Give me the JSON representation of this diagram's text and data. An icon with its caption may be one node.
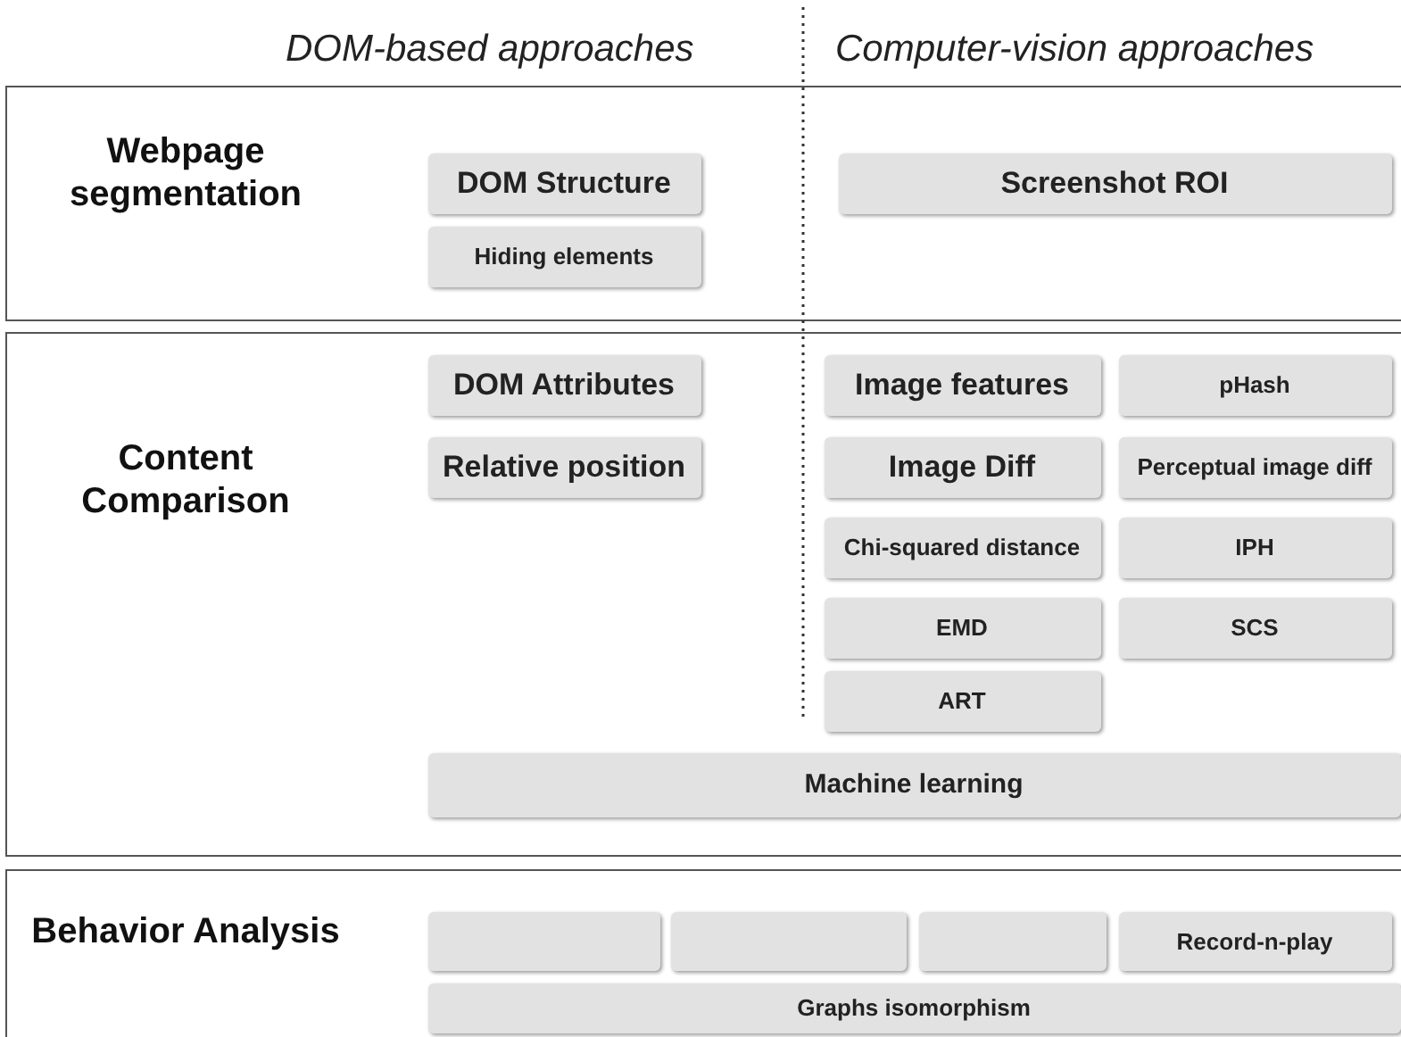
{
  "diagram": {
    "nodes": [
      {
        "text": [
          "Webpage segmentation"
        ]
      },
      {
        "text": [
          "DOM Structure"
        ],
        "in": 0
      },
      {
        "text": [
          "Hiding elements"
        ],
        "in": 0
      },
      {
        "text": [
          "Screenshot ROI"
        ],
        "in": 0
      },
      {
        "text": [
          "Content Comparison"
        ]
      },
      {
        "text": [
          "DOM Attributes"
        ],
        "in": 4
      },
      {
        "text": [
          "Image features"
        ],
        "in": 4
      },
      {
        "text": [
          "pHash"
        ],
        "in": 4
      },
      {
        "text": [
          "Relative position"
        ],
        "in": 4
      },
      {
        "text": [
          "Image Diff"
        ],
        "in": 4
      },
      {
        "text": [
          "Perceptual image diff"
        ],
        "in": 4
      },
      {
        "text": [
          "Chi-squared distance"
        ],
        "in": 4
      },
      {
        "text": [
          "IPH"
        ],
        "in": 4
      },
      {
        "text": [
          "EMD"
        ],
        "in": 4
      },
      {
        "text": [
          "SCS"
        ],
        "in": 4
      },
      {
        "text": [
          "ART"
        ],
        "in": 4
      },
      {
        "text": [
          "Machine learning"
        ],
        "in": 4
      },
      {
        "text": [
          "Behavior Analysis"
        ]
      },
      {
        "text": [],
        "shape": "box",
        "in": 17
      },
      {
        "text": [],
        "shape": "box",
        "in": 17
      },
      {
        "text": [],
        "shape": "box",
        "in": 17
      },
      {
        "text": [
          "Record-n-play"
        ],
        "in": 17
      },
      {
        "text": [
          "Graphs isomorphism"
        ],
        "in": 17
      }
    ],
    "labels": [
      "DOM-based approaches",
      "Computer-vision approaches"
    ]
  }
}
